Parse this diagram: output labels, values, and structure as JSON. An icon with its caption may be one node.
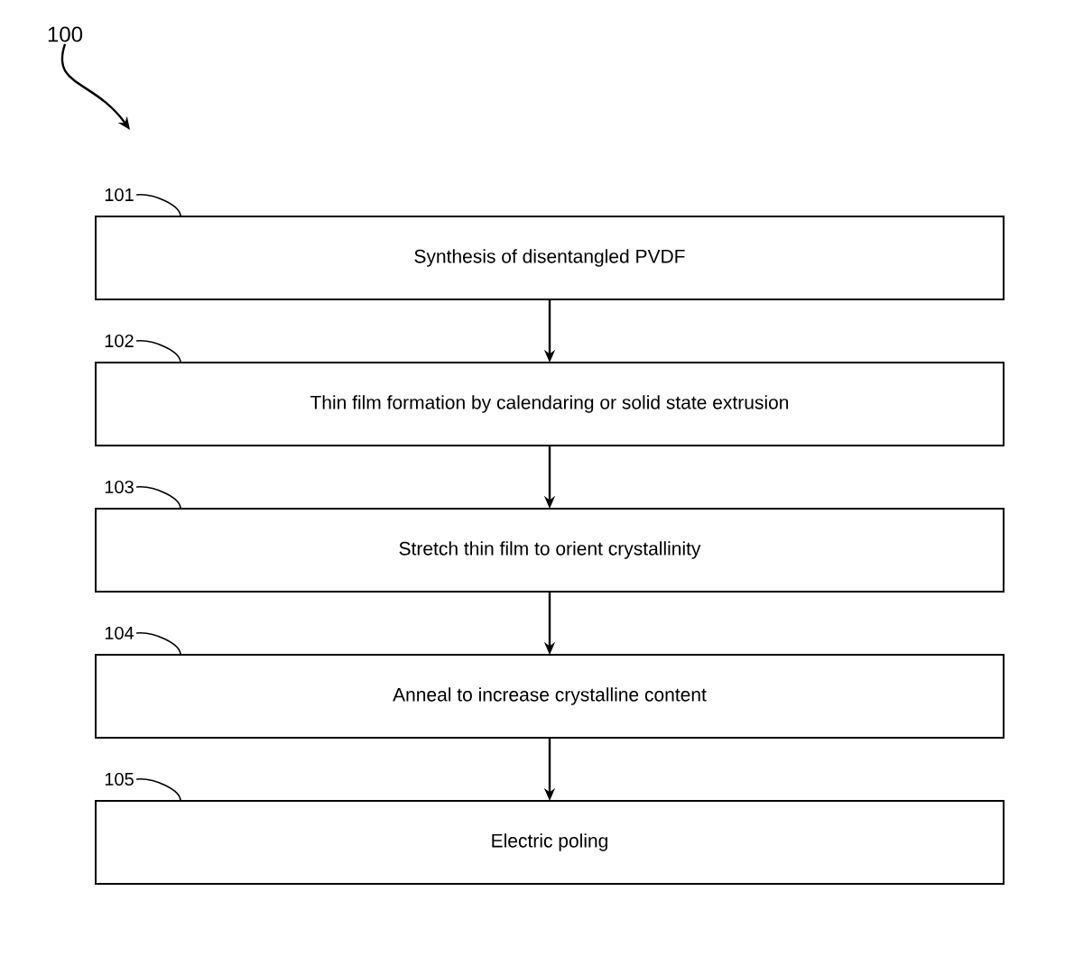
{
  "diagram": {
    "nodes": [
      {
        "text": [
          "100"
        ]
      },
      {
        "text": [
          "101"
        ]
      },
      {
        "text": [
          "Synthesis of disentangled PVDF"
        ]
      },
      {
        "text": [
          "102"
        ]
      },
      {
        "text": [
          "Thin film formation by calendaring or solid state extrusion"
        ]
      },
      {
        "text": [
          "103"
        ]
      },
      {
        "text": [
          "Stretch thin film to orient crystallinity"
        ]
      },
      {
        "text": [
          "104"
        ]
      },
      {
        "text": [
          "Anneal to increase crystalline content"
        ]
      },
      {
        "text": [
          "105"
        ]
      },
      {
        "text": [
          "Electric poling"
        ]
      }
    ],
    "edges": [
      {
        "from": 0,
        "to": null,
        "arrow": "to"
      },
      {
        "from": 1,
        "to": 2,
        "arrow": "none"
      },
      {
        "from": 3,
        "to": 4,
        "arrow": "none"
      },
      {
        "from": 5,
        "to": 6,
        "arrow": "none"
      },
      {
        "from": 7,
        "to": 8,
        "arrow": "none"
      },
      {
        "from": 9,
        "to": 10,
        "arrow": "none"
      },
      {
        "from": 2,
        "to": 4,
        "arrow": "to"
      },
      {
        "from": 4,
        "to": 6,
        "arrow": "to"
      },
      {
        "from": 6,
        "to": 8,
        "arrow": "to"
      },
      {
        "from": 8,
        "to": 10,
        "arrow": "to"
      }
    ]
  }
}
